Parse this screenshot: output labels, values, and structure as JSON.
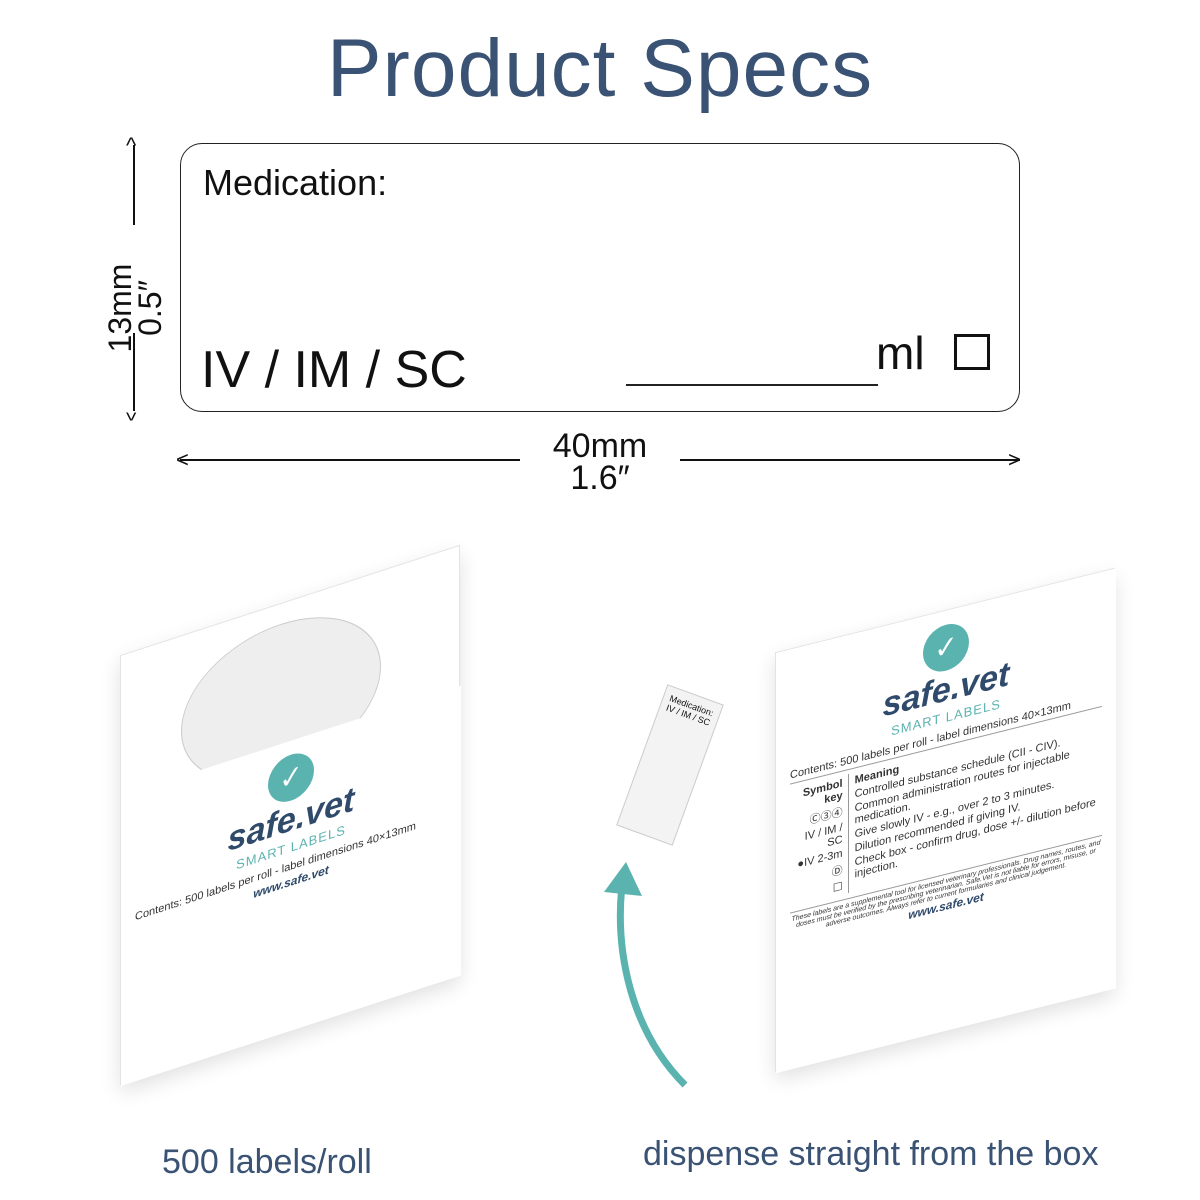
{
  "title": "Product Specs",
  "label": {
    "medication": "Medication:",
    "routes": "IV / IM / SC",
    "unit": "ml"
  },
  "dimensions": {
    "height_mm": "13mm",
    "height_in": "0.5″",
    "width_mm": "40mm",
    "width_in": "1.6″"
  },
  "box": {
    "brand": "safe.vet",
    "subbrand": "SMART LABELS",
    "contents": "Contents: 500 labels per roll - label dimensions 40×13mm",
    "key_header": "Symbol key",
    "meaning_header": "Meaning",
    "symbols": [
      "Ⓒ③④",
      "IV / IM / SC",
      "●IV 2-3m",
      "Ⓓ",
      "☐"
    ],
    "meanings": [
      "Controlled substance schedule (CII - CIV).",
      "Common administration routes for injectable medication.",
      "Give slowly IV - e.g., over 2 to 3 minutes.",
      "Dilution recommended if giving IV.",
      "Check box - confirm drug, dose +/- dilution before injection."
    ],
    "disclaimer": "These labels are a supplemental tool for licensed veterinary professionals. Drug names, routes, and doses must be verified by the prescribing veterinarian. Safe.Vet is not liable for errors, misuse, or adverse outcomes. Always refer to current formularies and clinical judgement.",
    "url": "www.safe.vet"
  },
  "captions": {
    "left": "500 labels/roll",
    "right": "dispense straight from the box"
  },
  "colors": {
    "title": "#3a5273",
    "accent": "#5bb3b0"
  }
}
